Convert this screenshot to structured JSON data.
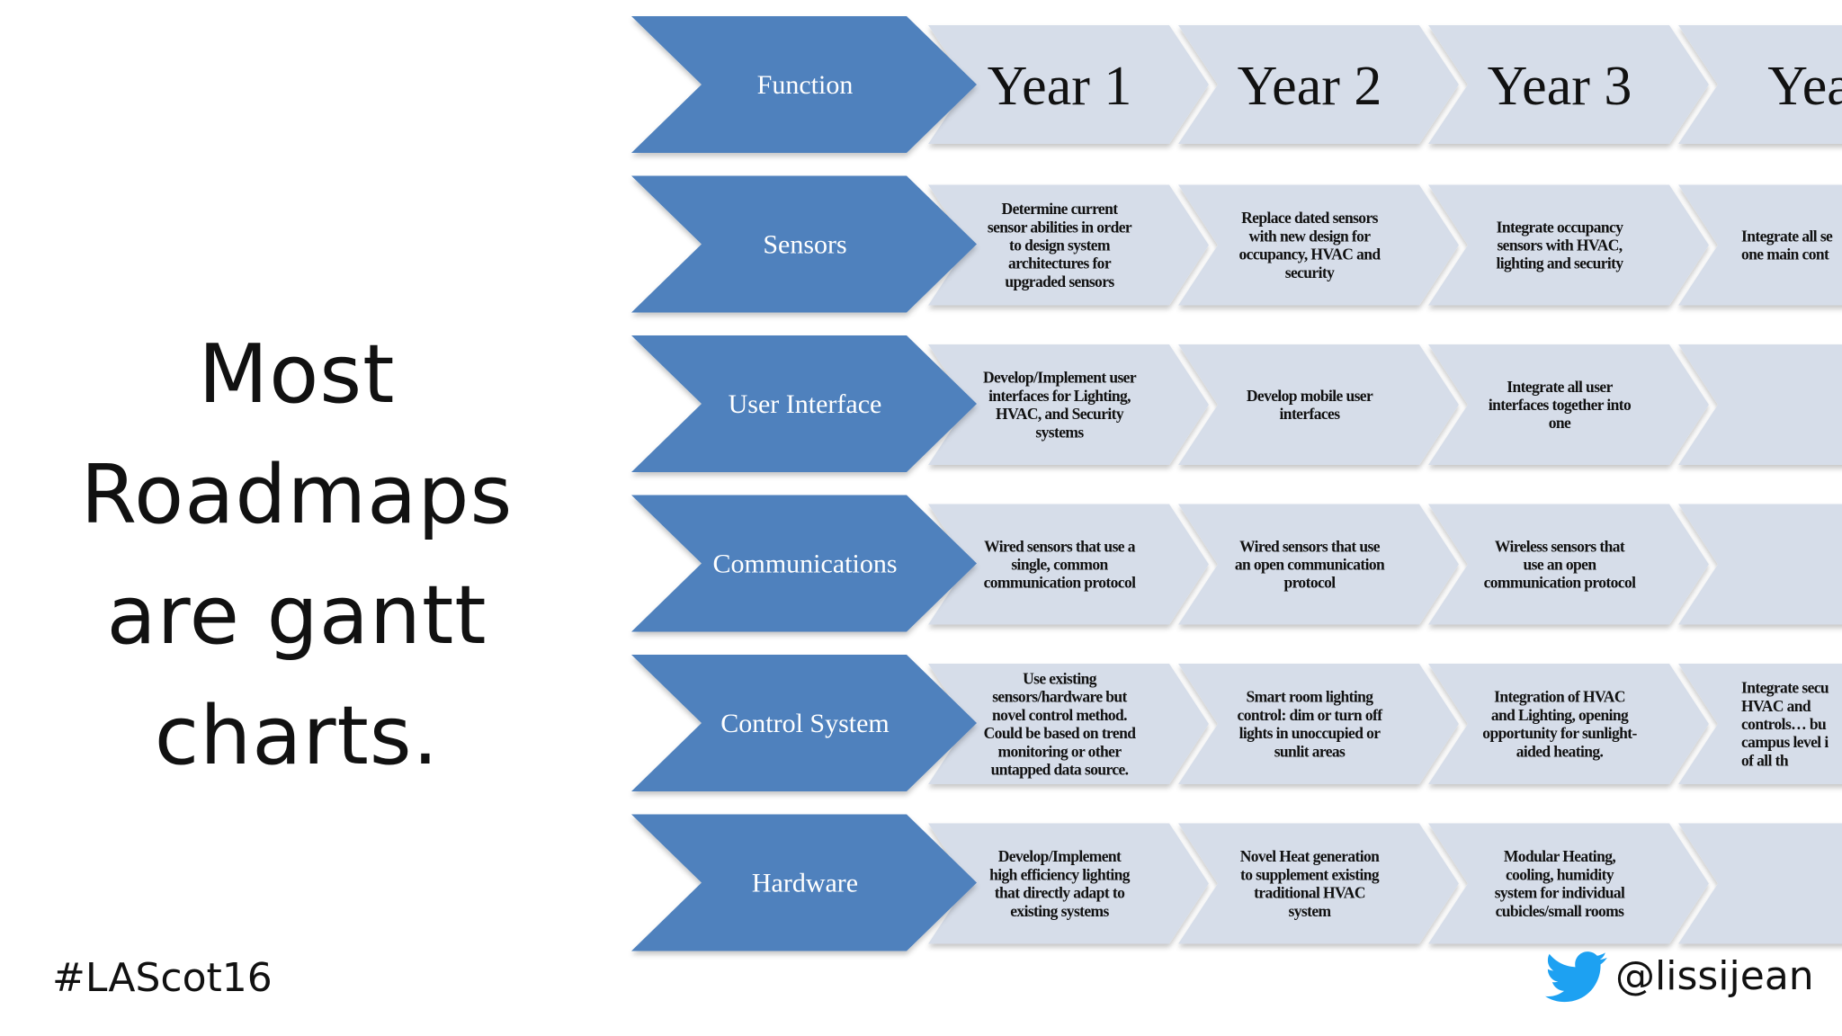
{
  "slide": {
    "title_lines": [
      "Most",
      "Roadmaps",
      "are gantt",
      "charts."
    ],
    "hashtag": "#LAScot16",
    "handle": "@lissijean",
    "icon": "twitter-bird-icon"
  },
  "colors": {
    "function_arrow": "#4f81bd",
    "cell_arrow": "#d6dde9",
    "twitter_blue": "#1da1f2"
  },
  "roadmap": {
    "header": {
      "function_label": "Function",
      "years": [
        "Year 1",
        "Year 2",
        "Year 3",
        "Yea"
      ]
    },
    "rows": [
      {
        "name": "Sensors",
        "cells": [
          [
            "Determine current",
            "sensor abilities in order",
            "to design system",
            "architectures for",
            "upgraded sensors"
          ],
          [
            "Replace dated sensors",
            "with new design for",
            "occupancy, HVAC and",
            "security"
          ],
          [
            "Integrate occupancy",
            "sensors with HVAC,",
            "lighting and security"
          ],
          [
            "Integrate all se",
            "one main cont"
          ]
        ]
      },
      {
        "name": "User Interface",
        "cells": [
          [
            "Develop/Implement user",
            "interfaces for Lighting,",
            "HVAC, and Security",
            "systems"
          ],
          [
            "Develop mobile user",
            "interfaces"
          ],
          [
            "Integrate all user",
            "interfaces together into",
            "one"
          ],
          []
        ]
      },
      {
        "name": "Communications",
        "cells": [
          [
            "Wired sensors that use a",
            "single, common",
            "communication protocol"
          ],
          [
            "Wired sensors that use",
            "an open communication",
            "protocol"
          ],
          [
            "Wireless sensors that",
            "use  an open",
            "communication protocol"
          ],
          []
        ]
      },
      {
        "name": "Control System",
        "cells": [
          [
            "Use existing",
            "sensors/hardware but",
            "novel control method.",
            "Could be based on trend",
            "monitoring or other",
            "untapped data source."
          ],
          [
            "Smart room lighting",
            "control: dim or turn off",
            "lights in unoccupied or",
            "sunlit areas"
          ],
          [
            "Integration of HVAC",
            "and Lighting, opening",
            "opportunity for sunlight-",
            "aided heating."
          ],
          [
            "Integrate secu",
            "HVAC and",
            "controls… bu",
            "campus level i",
            "of all th"
          ]
        ]
      },
      {
        "name": "Hardware",
        "cells": [
          [
            "Develop/Implement",
            "high efficiency lighting",
            "that directly adapt to",
            "existing systems"
          ],
          [
            "Novel Heat generation",
            "to supplement existing",
            "traditional HVAC",
            "system"
          ],
          [
            "Modular Heating,",
            "cooling, humidity",
            "system for individual",
            "cubicles/small rooms"
          ],
          []
        ]
      }
    ]
  }
}
